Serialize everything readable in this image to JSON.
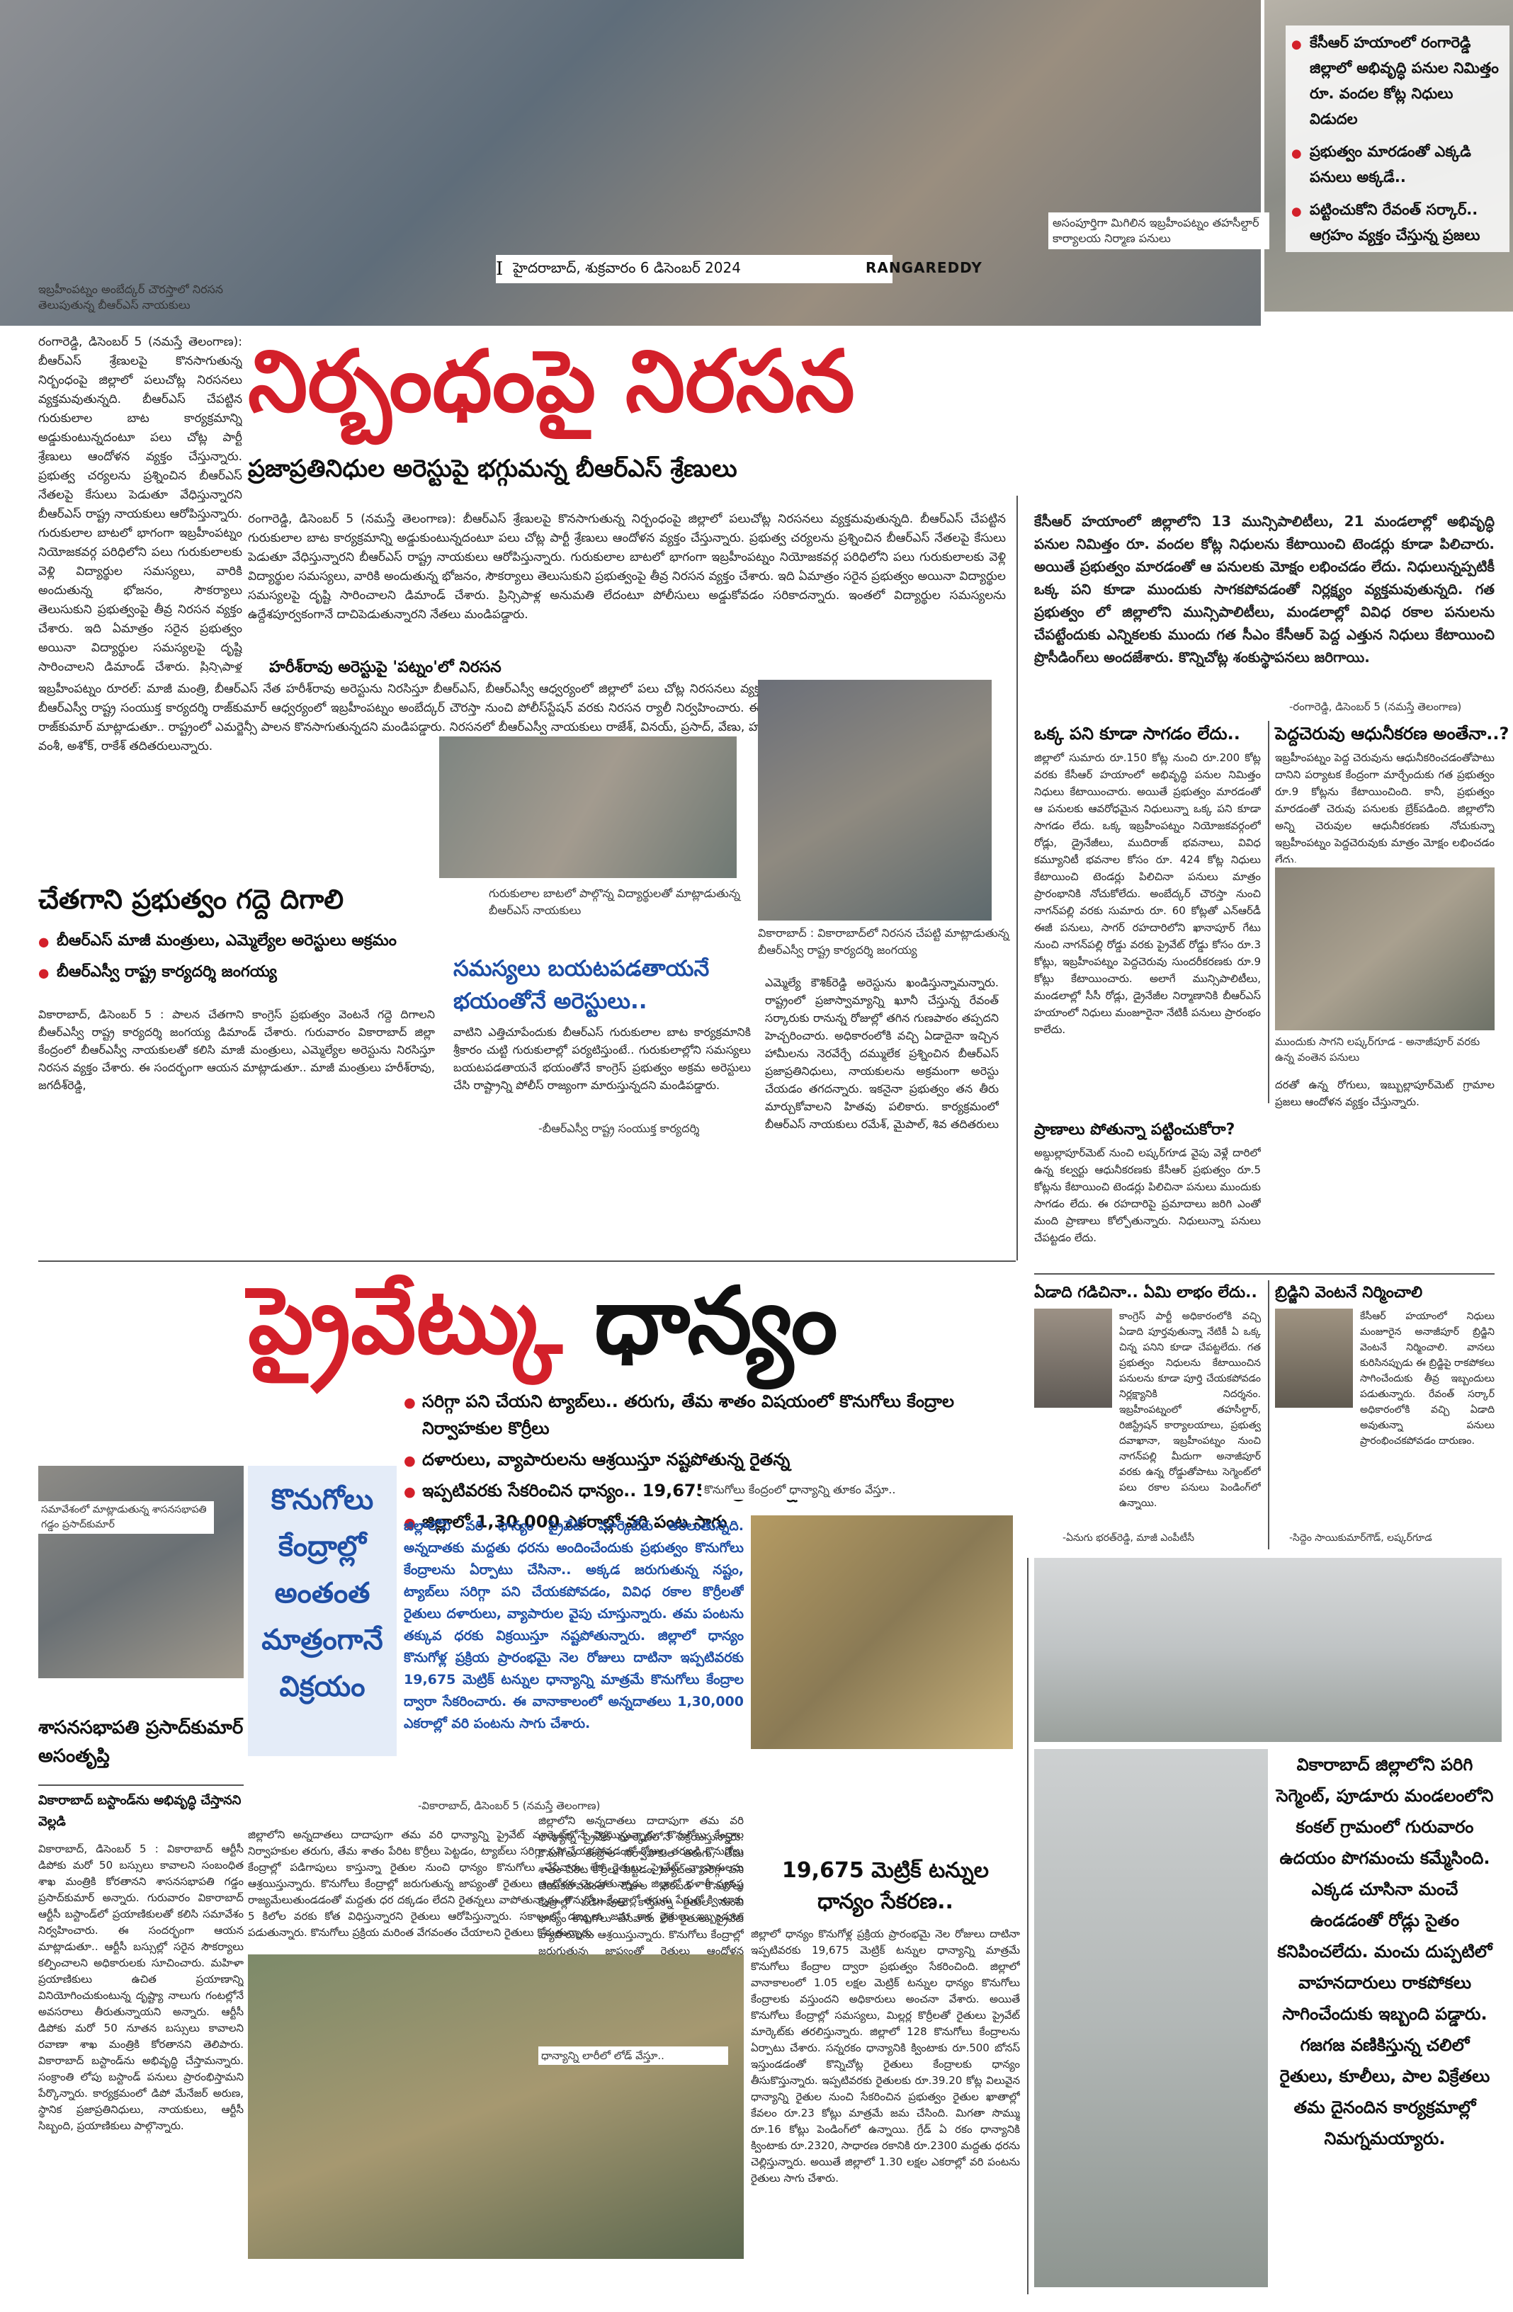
{
  "masthead": {
    "city_date": "హైదరాబాద్, శుక్రవారం 6 డిసెంబర్ 2024",
    "edition": "RANGAREDDY",
    "page_marker": "I"
  },
  "top_right": {
    "caption": "అసంపూర్తిగా మిగిలిన ఇబ్రహీంపట్నం తహసీల్దార్ కార్యాలయ నిర్మాణ పనులు",
    "bullets": [
      "కేసీఆర్ హయాంలో రంగారెడ్డి జిల్లాలో అభివృద్ధి పనుల నిమిత్తం రూ. వందల కోట్ల నిధులు విడుదల",
      "ప్రభుత్వం మారడంతో ఎక్కడి పనులు అక్కడే..",
      "పట్టించుకోని రేవంత్ సర్కార్.. ఆగ్రహం వ్యక్తం చేస్తున్న ప్రజలు"
    ]
  },
  "story1": {
    "photo_caption": "ఇబ్రహీంపట్నం అంబేద్కర్ చౌరస్తాలో నిరసన తెలుపుతున్న బీఆర్ఎస్ నాయకులు",
    "headline": "నిర్బంధంపై నిరసన",
    "subheadline": "ప్రజాప్రతినిధుల అరెస్టుపై భగ్గుమన్న బీఆర్ఎస్ శ్రేణులు",
    "body1": "రంగారెడ్డి, డిసెంబర్ 5 (నమస్తే తెలంగాణ): బీఆర్ఎస్ శ్రేణులపై కొనసాగుతున్న నిర్బంధంపై జిల్లాలో పలుచోట్ల నిరసనలు వ్యక్తమవుతున్నది. బీఆర్ఎస్ చేపట్టిన గురుకులాల బాట కార్యక్రమాన్ని అడ్డుకుంటున్నదంటూ పలు చోట్ల పార్టీ శ్రేణులు ఆందోళన వ్యక్తం చేస్తున్నారు. ప్రభుత్వ చర్యలను ప్రశ్నించిన బీఆర్ఎస్ నేతలపై కేసులు పెడుతూ వేధిస్తున్నారని బీఆర్ఎస్ రాష్ట్ర నాయకులు ఆరోపిస్తున్నారు. గురుకులాల బాటలో భాగంగా ఇబ్రహీంపట్నం నియోజకవర్గ పరిధిలోని పలు గురుకులాలకు వెళ్లి విద్యార్థుల సమస్యలు, వారికి అందుతున్న భోజనం, సౌకర్యాలు తెలుసుకుని ప్రభుత్వంపై తీవ్ర నిరసన వ్యక్తం చేశారు. ఇది ఏమాత్రం సరైన ప్రభుత్వం అయినా విద్యార్థుల సమస్యలపై దృష్టి సారించాలని డిమాండ్ చేశారు. ప్రిన్సిపాళ్ల అనుమతి లేదంటూ పోలీసులు అడ్డుకోవడం సరికాదన్నారు. ఇంతలో విద్యార్థుల సమస్యలను ఉద్దేశపూర్వకంగానే దాచిపెడుతున్నారని నేతలు మండిపడ్డారు.",
    "subhead2": "హరీశ్‌రావు అరెస్టుపై 'పట్నం'లో నిరసన",
    "body2": "ఇబ్రహీంపట్నం రూరల్: మాజీ మంత్రి, బీఆర్ఎస్ నేత హరీశ్‌రావు అరెస్టును నిరసిస్తూ బీఆర్ఎస్, బీఆర్ఎస్వీ ఆధ్వర్యంలో జిల్లాలో పలు చోట్ల నిరసనలు వ్యక్తమయ్యాయి. బీఆర్ఎస్వీ రాష్ట్ర సంయుక్త కార్యదర్శి రాజ్‌కుమార్ ఆధ్వర్యంలో ఇబ్రహీంపట్నం అంబేద్కర్ చౌరస్తా నుంచి పోలీస్‌స్టేషన్ వరకు నిరసన ర్యాలీ నిర్వహించారు. ఈ సందర్భంగా రాజ్‌కుమార్ మాట్లాడుతూ.. రాష్ట్రంలో ఎమర్జెన్సీ పాలన కొనసాగుతున్నదని మండిపడ్డారు. నిరసనలో బీఆర్ఎస్వీ నాయకులు రాజేశ్, వినయ్, ప్రసాద్, వేణు, హరీశ్, అరుణ్, వంశీ, అశోక్, రాకేశ్ తదితరులున్నారు.",
    "photo2_caption": "గురుకులాల బాటలో పాల్గొన్న విద్యార్థులతో మాట్లాడుతున్న బీఆర్ఎస్ నాయకులు",
    "pull_quote": "సమస్యలు బయటపడతాయనే భయంతోనే అరెస్టులు..",
    "pull_quote_body": "వాటిని ఎత్తిచూపేందుకు బీఆర్ఎస్ గురుకులాల బాట కార్యక్రమానికి శ్రీకారం చుట్టి గురుకులాల్లో పర్యటిస్తుంటే.. గురుకులాల్లోని సమస్యలు బయటపడతాయనే భయంతోనే కాంగ్రెస్ ప్రభుత్వం అక్రమ అరెస్టులు చేసి రాష్ట్రాన్ని పోలీస్ రాజ్యంగా మారుస్తున్నదని మండిపడ్డారు.",
    "quote_credit": "-బీఆర్ఎస్వీ రాష్ట్ర సంయుక్త కార్యదర్శి",
    "photo3_caption": "వికారాబాద్ : వికారాబాద్‌లో నిరసన చేపట్టి మాట్లాడుతున్న బీఆర్ఎస్వీ రాష్ట్ర కార్యదర్శి జంగయ్య",
    "body3": "ఎమ్మెల్యే కౌశిక్‌రెడ్డి అరెస్టును ఖండిస్తున్నామన్నారు. రాష్ట్రంలో ప్రజాస్వామ్యాన్ని ఖూనీ చేస్తున్న రేవంత్ సర్కారుకు రానున్న రోజుల్లో తగిన గుణపాఠం తప్పదని హెచ్చరించారు. అధికారంలోకి వచ్చి ఏడాదైనా ఇచ్చిన హామీలను నెరవేర్చే దమ్ములేక ప్రశ్నించిన బీఆర్ఎస్ ప్రజాప్రతినిధులు, నాయకులను అక్రమంగా అరెస్టు చేయడం తగదన్నారు. ఇకనైనా ప్రభుత్వం తన తీరు మార్చుకోవాలని హితవు పలికారు. కార్యక్రమంలో బీఆర్ఎస్ నాయకులు రమేశ్, మైపాల్, శివ తదితరులు పాల్గొన్నారు.",
    "box_headline": "చేతగాని ప్రభుత్వం గద్దె దిగాలి",
    "box_bullets": [
      "బీఆర్ఎస్ మాజీ మంత్రులు, ఎమ్మెల్యేల అరెస్టులు అక్రమం",
      "బీఆర్ఎస్వీ రాష్ట్ర కార్యదర్శి జంగయ్య"
    ],
    "box_body": "వికారాబాద్, డిసెంబర్ 5 : పాలన చేతగాని కాంగ్రెస్ ప్రభుత్వం వెంటనే గద్దె దిగాలని బీఆర్ఎస్వీ రాష్ట్ర కార్యదర్శి జంగయ్య డిమాండ్ చేశారు. గురువారం వికారాబాద్ జిల్లా కేంద్రంలో బీఆర్ఎస్వీ నాయకులతో కలిసి మాజీ మంత్రులు, ఎమ్మెల్యేల అరెస్టును నిరసిస్తూ నిరసన వ్యక్తం చేశారు. ఈ సందర్భంగా ఆయన మాట్లాడుతూ.. మాజీ మంత్రులు హరీశ్‌రావు, జగదీశ్‌రెడ్డి,"
  },
  "story_right": {
    "lead": "కేసీఆర్ హయాంలో జిల్లాలోని 13 మున్సిపాలిటీలు, 21 మండలాల్లో అభివృద్ధి పనుల నిమిత్తం రూ. వందల కోట్ల నిధులను కేటాయించి టెండర్లు కూడా పిలిచారు. అయితే ప్రభుత్వం మారడంతో ఆ పనులకు మోక్షం లభించడం లేదు. నిధులున్నప్పటికీ ఒక్క పని కూడా ముందుకు సాగకపోవడంతో నిర్లక్ష్యం వ్యక్తమవుతున్నది. గత ప్రభుత్వం లో జిల్లాలోని మున్సిపాలిటీలు, మండలాల్లో వివిధ రకాల పనులను చేపట్టేందుకు ఎన్నికలకు ముందు గత సీఎం కేసీఆర్ పెద్ద ఎత్తున నిధులు కేటాయించి ప్రొసీడింగ్‌లు అందజేశారు. కొన్నిచోట్ల శంకుస్థాపనలు జరిగాయి.",
    "lead_credit": "-రంగారెడ్డి, డిసెంబర్ 5 (నమస్తే తెలంగాణ)",
    "sections": [
      {
        "title": "ఒక్క పని కూడా సాగడం లేదు..",
        "body": "జిల్లాలో సుమారు రూ.150 కోట్ల నుంచి రూ.200 కోట్ల వరకు కేసీఆర్ హయాంలో అభివృద్ధి పనుల నిమిత్తం నిధులు కేటాయించారు. అయితే ప్రభుత్వం మారడంతో ఆ పనులకు ఆవరోధమైన నిధులున్నా ఒక్క పని కూడా సాగడం లేదు. ఒక్క ఇబ్రహీంపట్నం నియోజకవర్గంలో రోడ్లు, డ్రైనేజీలు, ముదిరాజ్ భవనాలు, వివిధ కమ్యూనిటీ భవనాల కోసం రూ. 424 కోట్ల నిధులు కేటాయించి టెండర్లు పిలిచినా పనులు మాత్రం ప్రారంభానికి నోచుకోలేదు. అంబేద్కర్ చౌరస్తా నుంచి నాగన్‌పల్లి వరకు సుమారు రూ. 60 కోట్లతో ఎన్‌ఆర్‌డీ ఈజీ పనులు, సాగర్ రహదారిలోని ఖానాపూర్ గేటు నుంచి నాగన్‌పల్లి రోడ్డు వరకు ప్రైవేట్ రోడ్డు కోసం రూ.3 కోట్లు, ఇబ్రహీంపట్నం పెద్దచెరువు సుందరీకరణకు రూ.9 కోట్లు కేటాయించారు. అలాగే మున్సిపాలిటీలు, మండలాల్లో సీసీ రోడ్లు, డ్రైనేజీల నిర్మాణానికి బీఆర్ఎస్ హయాంలో నిధులు మంజూరైనా నేటికీ పనులు ప్రారంభం కాలేదు."
      },
      {
        "title": "పెద్దచెరువు ఆధునీకరణ అంతేనా..?",
        "body": "ఇబ్రహీంపట్నం పెద్ద చెరువును ఆధునీకరించడంతోపాటు దానిని పర్యాటక కేంద్రంగా మార్చేందుకు గత ప్రభుత్వం రూ.9 కోట్లను కేటాయించింది. కానీ, ప్రభుత్వం మారడంతో చెరువు పనులకు బ్రేక్‌పడింది. జిల్లాలోని అన్ని చెరువుల ఆధునీకరణకు నోచుకున్నా ఇబ్రహీంపట్నం పెద్దచెరువుకు మాత్రం మోక్షం లభించడం లేదు."
      },
      {
        "title": "ప్రాణాలు పోతున్నా పట్టించుకోరా?",
        "body": "అబ్దుల్లాపూర్‌మెట్ నుంచి లష్కర్‌గూడ వైపు వెళ్లే దారిలో ఉన్న కల్వర్టు ఆధునీకరణకు కేసీఆర్ ప్రభుత్వం రూ.5 కోట్లను కేటాయించి టెండర్లు పిలిచినా పనులు ముందుకు సాగడం లేదు. ఈ రహదారిపై ప్రమాదాలు జరిగి ఎంతో మంది ప్రాణాలు కోల్పోతున్నారు. నిధులున్నా పనులు చేపట్టడం లేదు."
      },
      {
        "title": "ఏడాది గడిచినా.. ఏమి లాభం లేదు..",
        "body": "కాంగ్రెస్ పార్టీ అధికారంలోకి వచ్చి ఏడాది పూర్తవుతున్నా నేటికీ ఏ ఒక్క చిన్న పనిని కూడా చేపట్టలేదు. గత ప్రభుత్వం నిధులను కేటాయించిన పనులను కూడా పూర్తి చేయకపోవడం నిర్లక్ష్యానికి నిదర్శనం. ఇబ్రహీంపట్నంలో తహసీల్దార్, రిజిస్ట్రేషన్ కార్యాలయాలు, ప్రభుత్వ దవాఖానా, ఇబ్రహీంపట్నం నుంచి నాగన్‌పల్లి మీదుగా అనాజీపూర్ వరకు ఉన్న రోడ్డుతోపాటు సెగ్మెంట్‌లో పలు రకాల పనులు పెండింగ్‌లో ఉన్నాయి.",
        "credit": "-ఏనుగు భరత్‌రెడ్డి, మాజీ ఎంపీటీసీ"
      },
      {
        "title": "బ్రిడ్జిని వెంటనే నిర్మించాలి",
        "body": "కేసీఆర్ హయాంలో నిధులు మంజూరైన అనాజీపూర్ బ్రిడ్జిని వెంటనే నిర్మించాలి. వానలు కురిసినప్పుడు ఈ బ్రిడ్జిపై రాకపోకలు సాగించేందుకు తీవ్ర ఇబ్బందులు పడుతున్నారు. రేవంత్ సర్కార్ అధికారంలోకి వచ్చి ఏడాది అవుతున్నా పనులు ప్రారంభించకపోవడం దారుణం.",
        "credit": "-సిద్దెం సాయికుమార్‌గౌడ్, లష్కర్‌గూడ"
      }
    ],
    "photo_caption": "ముందుకు సాగని లష్కర్‌గూడ - అనాజీపూర్ వరకు ఉన్న వంతెన పనులు",
    "side_note": "దరతో ఉన్న రోగులు, ఇబ్బుల్లాపూర్‌మెట్ గ్రామాల ప్రజలు ఆందోళన వ్యక్తం చేస్తున్నారు."
  },
  "story2": {
    "headline_part1": "ప్రైవేట్",
    "headline_part2": "కు ధాన్యం",
    "bullets": [
      "సరిగ్గా పని చేయని ట్యాబ్‌లు.. తరుగు, తేమ శాతం విషయంలో కొనుగోలు కేంద్రాల నిర్వాహకుల కొర్రీలు",
      "దళారులు, వ్యాపారులను ఆశ్రయిస్తూ నష్టపోతున్న రైతన్న",
      "ఇప్పటివరకు సేకరించిన ధాన్యం.. 19,675 మెట్రిక్ టన్నులే",
      "జిల్లాలో 1,30,000 ఎకరాల్లో వరి పంట సాగు"
    ],
    "photo_caption": "కొనుగోలు కేంద్రంలో ధాన్యాన్ని తూకం వేస్తూ..",
    "blue_headline": "కొనుగోలు కేంద్రాల్లో అంతంత మాత్రంగానే విక్రయం",
    "blue_body": "జిల్లాలోని వరి ధాన్యం ప్రైవేట్ మార్కెట్‌కు తరలుతున్నది. అన్నదాతకు మద్దతు ధరను అందించేందుకు ప్రభుత్వం కొనుగోలు కేంద్రాలను ఏర్పాటు చేసినా.. అక్కడ జరుగుతున్న నష్టం, ట్యాబ్‌లు సరిగ్గా పని చేయకపోవడం, వివిధ రకాల కొర్రీలతో రైతులు దళారులు, వ్యాపారుల వైపు చూస్తున్నారు. తమ పంటను తక్కువ ధరకు విక్రయిస్తూ నష్టపోతున్నారు. జిల్లాలో ధాన్యం కొనుగోళ్ల ప్రక్రియ ప్రారంభమై నెల రోజులు దాటినా ఇప్పటివరకు 19,675 మెట్రిక్ టన్నుల ధాన్యాన్ని మాత్రమే కొనుగోలు కేంద్రాల ద్వారా సేకరించారు. ఈ వానాకాలంలో అన్నదాతలు 1,30,000 ఎకరాల్లో వరి పంటను సాగు చేశారు.",
    "blue_credit": "-వికారాబాద్, డిసెంబర్ 5 (నమస్తే తెలంగాణ)",
    "col_a": "జిల్లాలోని అన్నదాతలు దాదాపుగా తమ వరి ధాన్యాన్ని ప్రైవేట్ మార్కెట్‌లోనే విక్రయిస్తున్నారు. కొనుగోలు కేంద్రాల నిర్వాహకుల తరుగు, తేమ శాతం పేరిట కొర్రీలు పెట్టడం, ట్యాబ్‌లు సరిగ్గా పని చేయకపోవడంతో రోజుల తరబడి కొనుగోలు కేంద్రాల్లో పడిగాపులు కాస్తున్నా రైతుల నుంచి ధాన్యం కొనుగోలు చేసేవారు లేక రైతులు ప్రైవేట్ వ్యాపారులను ఆశ్రయిస్తున్నారు. కొనుగోలు కేంద్రాల్లో జరుగుతున్న జాప్యంతో రైతులు ఆందోళన చెందుతున్నారు. జిల్లాలో దళారీ వ్యవస్థ రాజ్యమేలుతుండడంతో మద్దతు ధర దక్కడం లేదని రైతన్నలు వాపోతున్నారు. కొనుగోలు కేంద్రాల్లో తరుగు పేరుతో క్వింటాకు 5 కిలోల వరకు కోత విధిస్తున్నారని రైతులు ఆరోపిస్తున్నారు. సకాలంలో డబ్బులు జమ కాక రైతులు ఇబ్బందులు పడుతున్నారు. కొనుగోలు ప్రక్రియ మరింత వేగవంతం చేయాలని రైతులు కోరుతున్నారు.",
    "photo2_caption": "ధాన్యాన్ని లారీలో లోడ్ వేస్తూ..",
    "box2_headline": "19,675 మెట్రిక్ టన్నుల ధాన్యం సేకరణ..",
    "box2_body": "జిల్లాలో ధాన్యం కొనుగోళ్ల ప్రక్రియ ప్రారంభమై నెల రోజులు దాటినా ఇప్పటివరకు 19,675 మెట్రిక్ టన్నుల ధాన్యాన్ని మాత్రమే కొనుగోలు కేంద్రాల ద్వారా ప్రభుత్వం సేకరించింది. జిల్లాలో వానాకాలంలో 1.05 లక్షల మెట్రిక్ టన్నుల ధాన్యం కొనుగోలు కేంద్రాలకు వస్తుందని అధికారులు అంచనా వేశారు. అయితే కొనుగోలు కేంద్రాల్లో సమస్యలు, మిల్లర్ల కొర్రీలతో రైతులు ప్రైవేట్ మార్కెట్‌కు తరలిస్తున్నారు. జిల్లాలో 128 కొనుగోలు కేంద్రాలను ఏర్పాటు చేశారు. సన్నరకం ధాన్యానికి క్వింటాకు రూ.500 బోనస్ ఇస్తుండడంతో కొన్నిచోట్ల రైతులు కేంద్రాలకు ధాన్యం తీసుకొస్తున్నారు. ఇప్పటివరకు రైతులకు రూ.39.20 కోట్ల విలువైన ధాన్యాన్ని రైతుల నుంచి సేకరించిన ప్రభుత్వం రైతుల ఖాతాల్లో కేవలం రూ.23 కోట్లు మాత్రమే జమ చేసింది. మిగతా సొమ్ము రూ.16 కోట్లు పెండింగ్‌లో ఉన్నాయి. గ్రేడ్ ఏ రకం ధాన్యానికి క్వింటాకు రూ.2320, సాధారణ రకానికి రూ.2300 మద్దతు ధరను చెల్లిస్తున్నారు. అయితే జిల్లాలో 1.30 లక్షల ఎకరాల్లో వరి పంటను రైతులు సాగు చేశారు."
  },
  "story3": {
    "photo_caption": "సమావేశంలో మాట్లాడుతున్న శాసనసభాపతి గడ్డం ప్రసాద్‌కుమార్",
    "headline": "శాసనసభాపతి ప్రసాద్‌కుమార్ అసంతృప్తి",
    "deck": "వికారాబాద్ బస్టాండ్‌ను అభివృద్ధి చేస్తానని వెల్లడి",
    "body": "వికారాబాద్, డిసెంబర్ 5 : వికారాబాద్ ఆర్టీసీ డిపోకు మరో 50 బస్సులు కావాలని సంబంధిత శాఖ మంత్రికి కోరతానని శాసనసభాపతి గడ్డం ప్రసాద్‌కుమార్ అన్నారు. గురువారం వికారాబాద్ ఆర్టీసీ బస్టాండ్‌లో ప్రయాణికులతో కలిసి సమావేశం నిర్వహించారు. ఈ సందర్భంగా ఆయన మాట్లాడుతూ.. ఆర్టీసీ బస్సుల్లో సరైన సౌకర్యాలు కల్పించాలని అధికారులకు సూచించారు. మహిళా ప్రయాణికులు ఉచిత ప్రయాణాన్ని వినియోగించుకుంటున్న దృష్ట్యా నాలుగు గంటల్లోనే అవసరాలు తీరుతున్నాయని అన్నారు. ఆర్టీసీ డిపోకు మరో 50 నూతన బస్సులు కావాలని రవాణా శాఖ మంత్రికి కోరతానని తెలిపారు. వికారాబాద్ బస్టాండ్‌ను అభివృద్ధి చేస్తామన్నారు. సంక్రాంతి లోపు బస్టాండ్ పనులు ప్రారంభిస్తామని పేర్కొన్నారు. కార్యక్రమంలో డిపో మేనేజర్ అరుణ, స్థానిక ప్రజాప్రతినిధులు, నాయకులు, ఆర్టీసీ సిబ్బంది, ప్రయాణికులు పాల్గొన్నారు."
  },
  "story_bottom_right": {
    "body": "వికారాబాద్ జిల్లాలోని పరిగి సెగ్మెంట్, పూడూరు మండలంలోని కంకల్ గ్రామంలో గురువారం ఉదయం పొగమంచు కమ్మేసింది. ఎక్కడ చూసినా మంచే ఉండడంతో రోడ్లు సైతం కనిపించలేదు. మంచు దుప్పటిలో వాహనదారులు రాకపోకలు సాగించేందుకు ఇబ్బంది పడ్డారు. గజగజ వణికిస్తున్న చలిలో రైతులు, కూలీలు, పాల విక్రేతలు తమ దైనందిన కార్యక్రమాల్లో నిమగ్నమయ్యారు."
  },
  "colors": {
    "headline_red": "#d3202a",
    "headline_black": "#111111",
    "pull_blue": "#1f4fa5",
    "box_blue_bg": "#e4ecf8"
  }
}
